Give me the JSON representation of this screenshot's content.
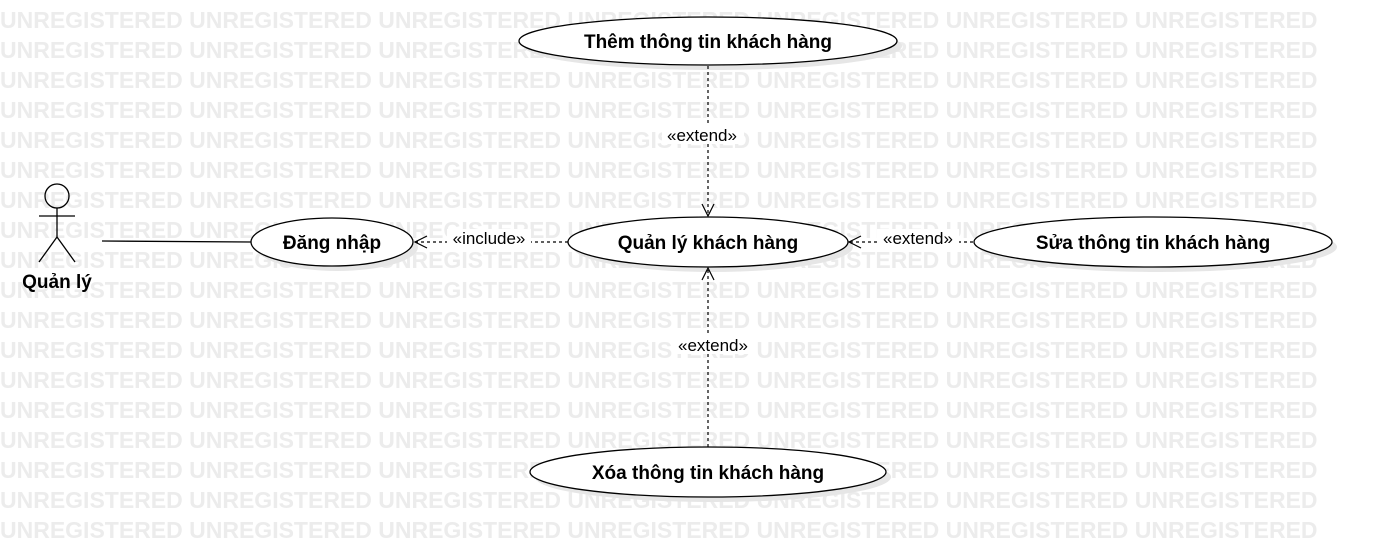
{
  "watermark": {
    "text": "UNREGISTERED UNREGISTERED UNREGISTERED UNREGISTERED UNREGISTERED UNREGISTERED UNREGISTERED"
  },
  "actor": {
    "name": "Quản lý"
  },
  "use_cases": {
    "them": "Thêm thông tin khách hàng",
    "dang_nhap": "Đăng nhập",
    "quan_ly": "Quản lý khách hàng",
    "sua": "Sửa thông tin khách hàng",
    "xoa": "Xóa thông tin khách hàng"
  },
  "relationships": {
    "include_label": "«include»",
    "extend_them_label": "«extend»",
    "extend_sua_label": "«extend»",
    "extend_xoa_label": "«extend»"
  }
}
